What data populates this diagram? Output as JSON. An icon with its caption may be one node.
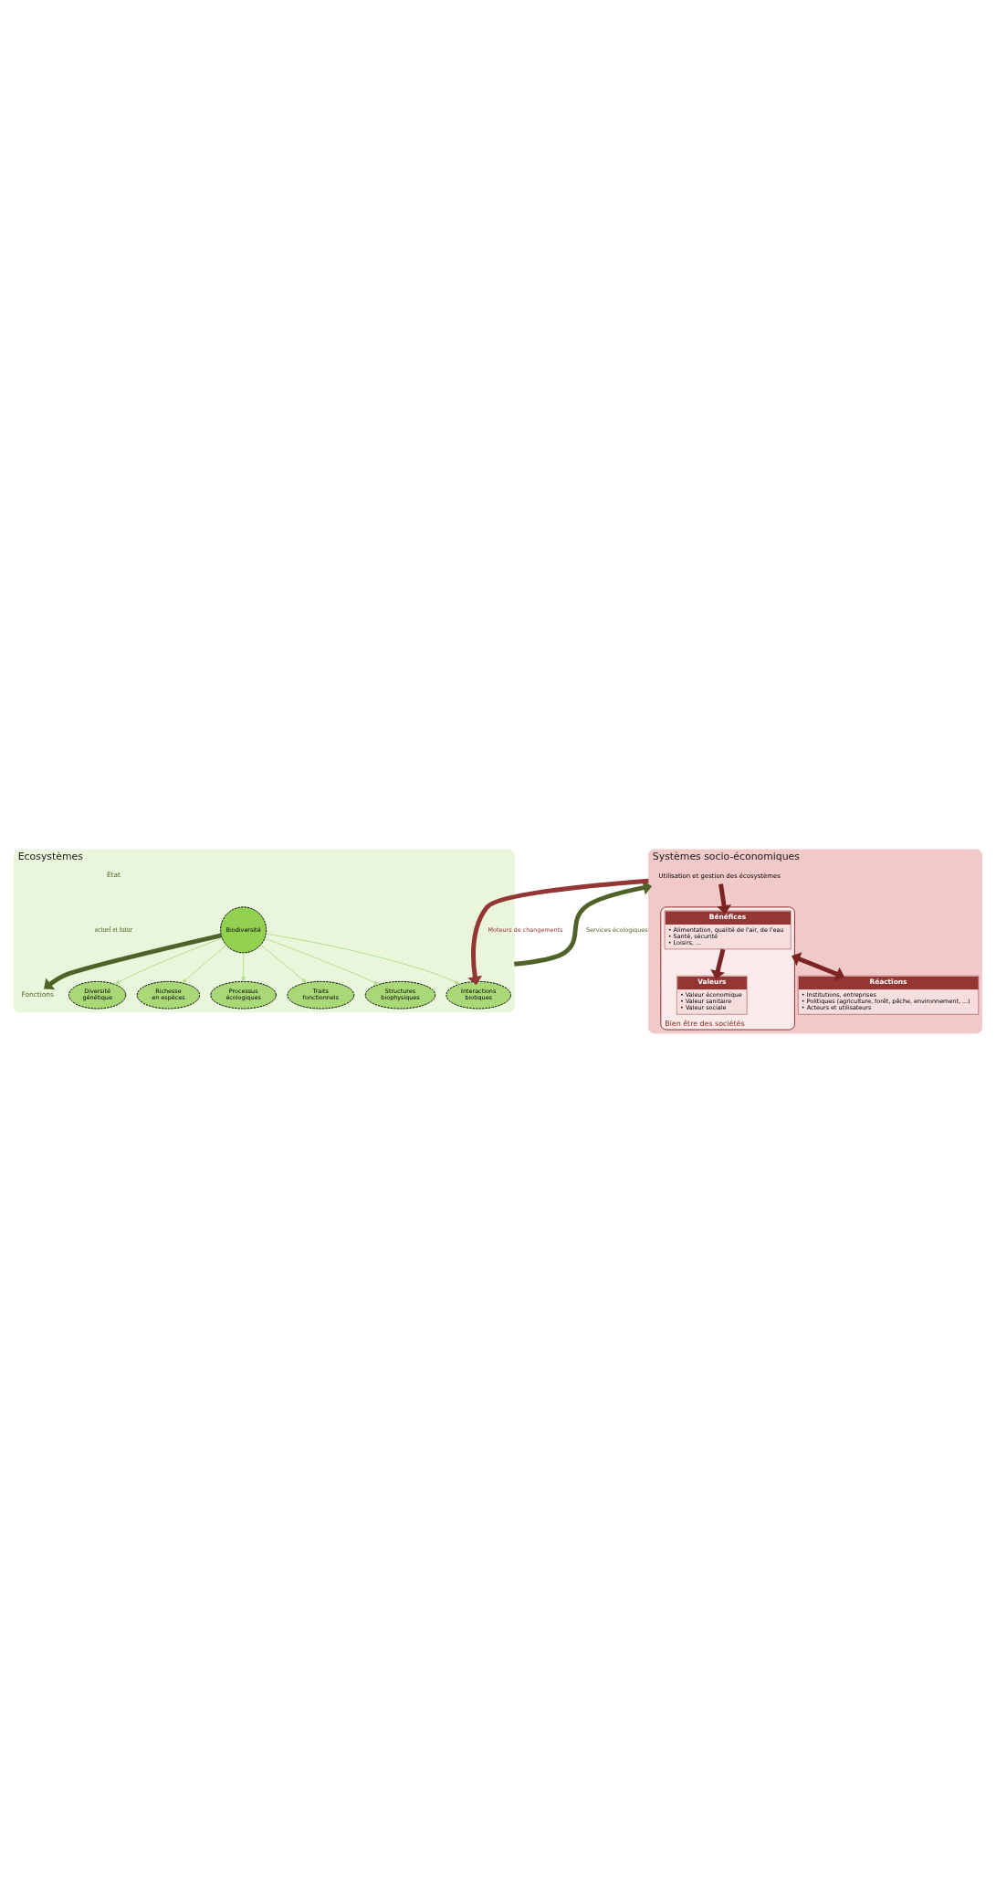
{
  "diagram": {
    "nodes": [
      {
        "text": [
          "Ecosystèmes"
        ]
      },
      {
        "text": [
          "Fonctions"
        ],
        "in": 0
      },
      {
        "text": [
          "Biodiversité"
        ],
        "in": 0
      },
      {
        "text": [
          "Diversité génétique"
        ],
        "in": 0
      },
      {
        "text": [
          "Richesse en espèces"
        ],
        "in": 0
      },
      {
        "text": [
          "Interactions biotiques"
        ],
        "in": 0
      },
      {
        "text": [
          "Processus écologiques"
        ],
        "in": 0
      },
      {
        "text": [
          "Traits fonctionnels"
        ],
        "in": 0
      },
      {
        "text": [
          "Structures biophysiques"
        ],
        "in": 0
      },
      {
        "text": [
          "Systèmes socio-économiques"
        ]
      },
      {
        "text": [
          "Utilisation et gestion des écosystèmes"
        ],
        "in": 9
      },
      {
        "text": [
          "Bien être des sociétés"
        ],
        "in": 9
      },
      {
        "text": [
          "Bénéfices",
          "• Alimentation, qualité de l'air, de l'eau",
          "• Santé, sécurité",
          "• Loisirs, ..."
        ],
        "in": 11
      },
      {
        "text": [
          "Valeurs",
          "• Valeur économique",
          "• Valeur sanitaire",
          "• Valeur sociale"
        ],
        "in": 11
      },
      {
        "text": [
          "Réactions",
          "• Institutions, entreprises",
          "• Politiques (agriculture, forêt, pêche, environnement, ...)",
          "• Acteurs et utilisateurs"
        ],
        "in": 9
      }
    ],
    "edges": [
      {
        "from": 2,
        "to": 1,
        "arrow": "to",
        "style": "thick",
        "color": "#4f6228"
      },
      {
        "from": 2,
        "to": 3,
        "arrow": "to"
      },
      {
        "from": 2,
        "to": 4,
        "arrow": "to"
      },
      {
        "from": 2,
        "to": 5,
        "arrow": "to"
      },
      {
        "from": 2,
        "to": 6,
        "arrow": "to"
      },
      {
        "from": 2,
        "to": 7,
        "arrow": "to"
      },
      {
        "from": 2,
        "to": 8,
        "arrow": "to"
      },
      {
        "from": 0,
        "to": 9,
        "arrow": "to",
        "label": "Services écologiques",
        "style": "thick",
        "color": "#4f6228"
      },
      {
        "from": 9,
        "to": 5,
        "arrow": "to",
        "label": "Moteurs de changements",
        "style": "thick",
        "color": "#943634"
      },
      {
        "from": 10,
        "to": 12,
        "arrow": "to",
        "style": "thick",
        "color": "#7b2424"
      },
      {
        "from": 12,
        "to": 13,
        "arrow": "to",
        "style": "thick",
        "color": "#7b2424"
      },
      {
        "from": 11,
        "to": 14,
        "arrow": "both",
        "style": "thick",
        "color": "#7b2424"
      }
    ],
    "labels": [
      "Etat",
      "actuel et futur"
    ]
  }
}
